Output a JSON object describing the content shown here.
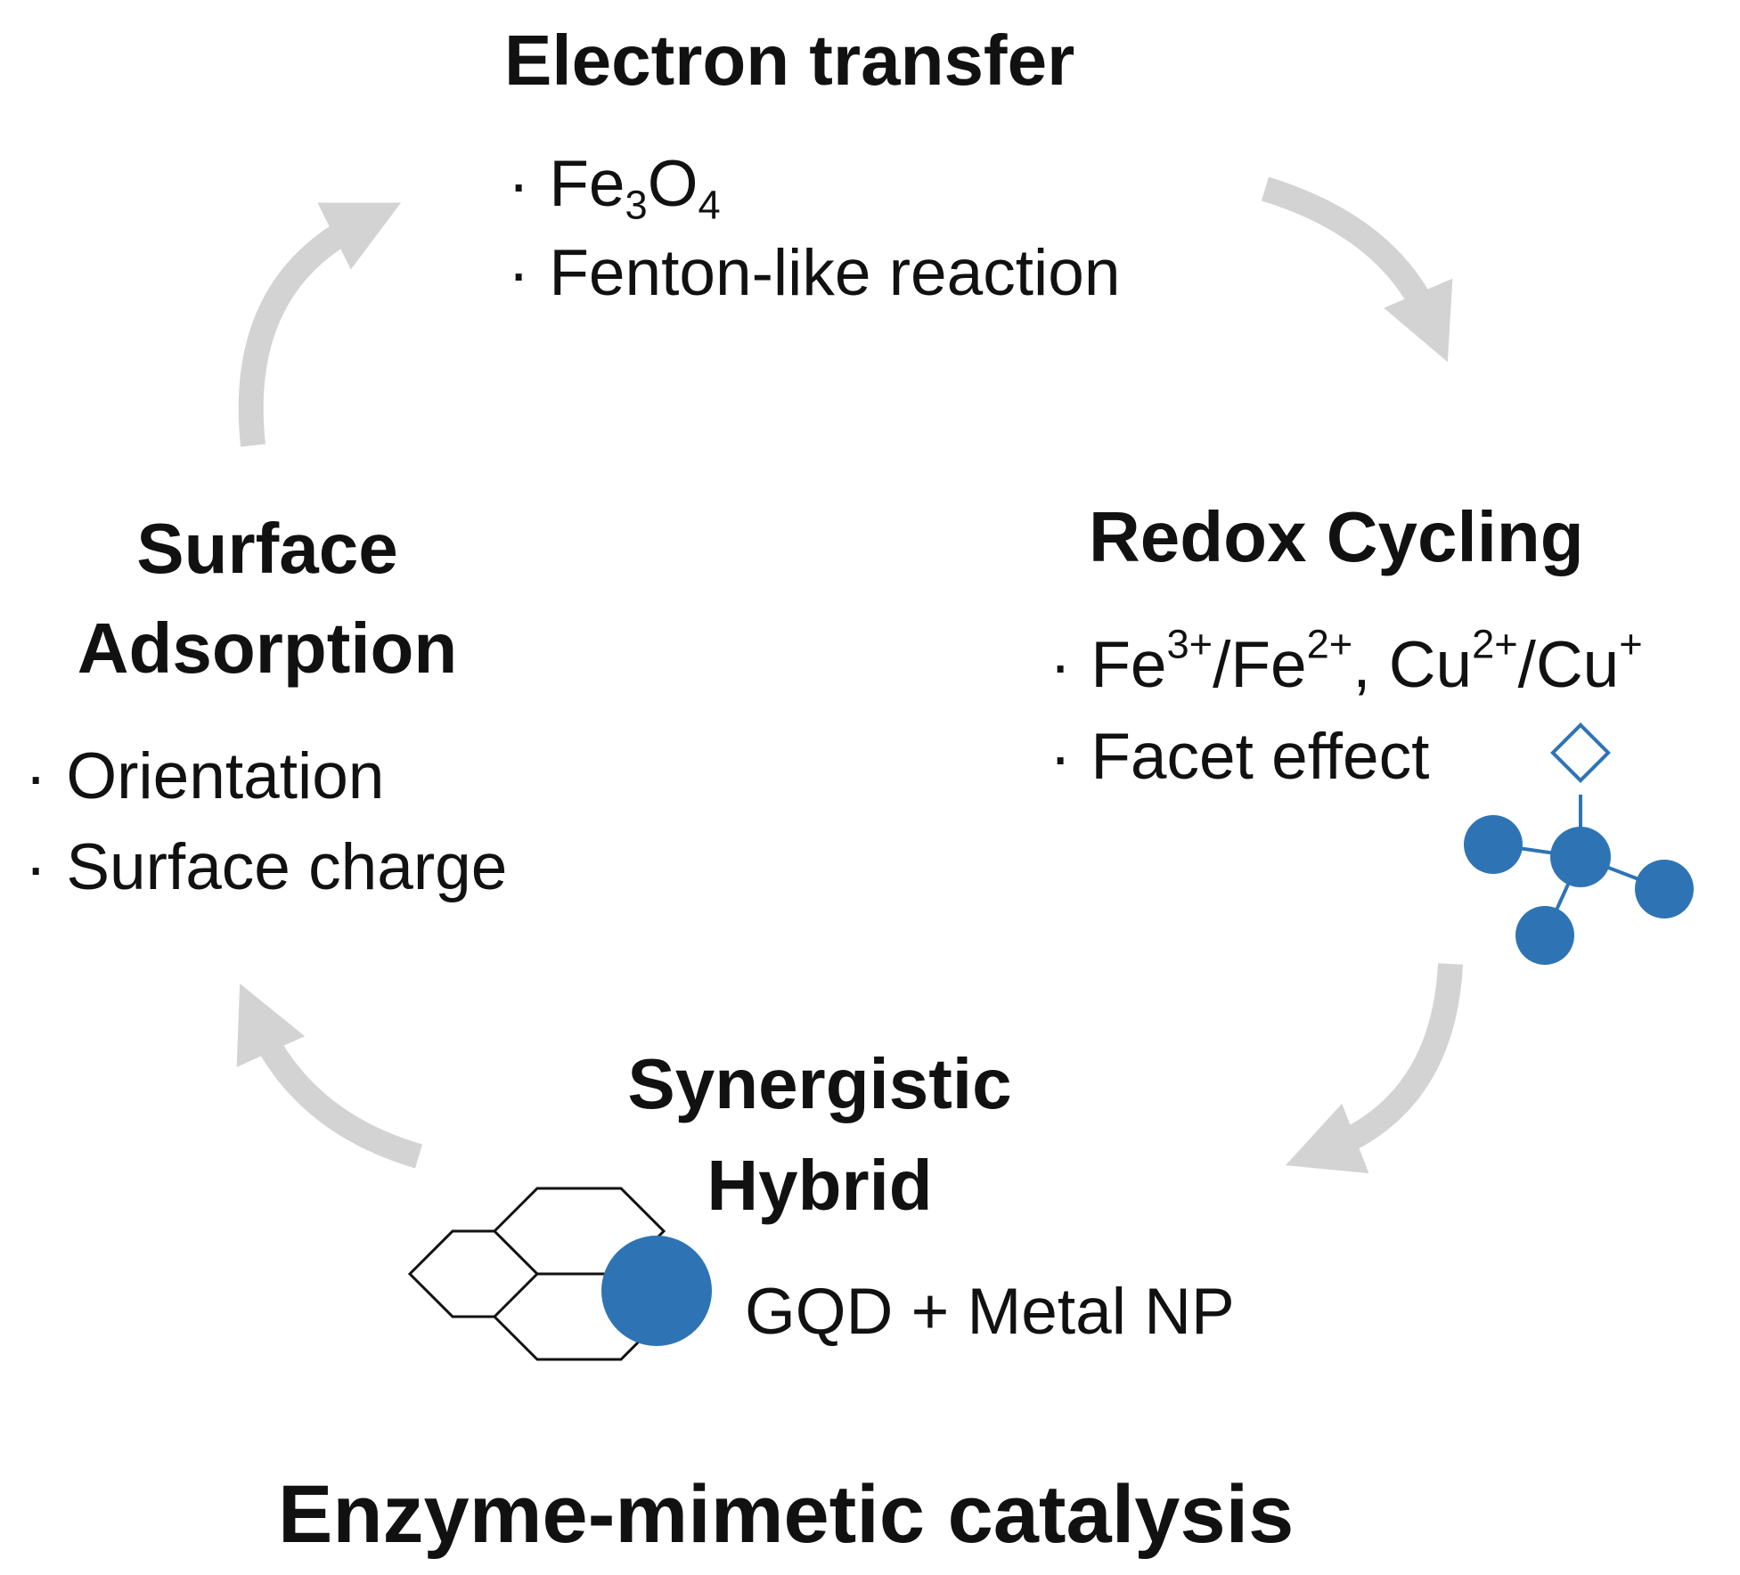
{
  "electron_transfer": {
    "title": "Electron transfer",
    "items": [
      {
        "bullet": "·",
        "base": "Fe",
        "sub1": "3",
        "mid": "O",
        "sub2": "4"
      },
      {
        "bullet": "·",
        "text": "Fenton-like reaction"
      }
    ]
  },
  "redox_cycling": {
    "title": "Redox Cycling",
    "items": [
      {
        "bullet": "·",
        "p1": "Fe",
        "s1": "3+",
        "p2": "/Fe",
        "s2": "2+",
        "p3": ", Cu",
        "s3": "2+",
        "p4": "/Cu",
        "s4": "+"
      },
      {
        "bullet": "·",
        "text": "Facet effect"
      }
    ]
  },
  "synergistic_hybrid": {
    "title_line1": "Synergistic",
    "title_line2": "Hybrid",
    "label": "GQD + Metal NP"
  },
  "surface_adsorption": {
    "title_line1": "Surface",
    "title_line2": "Adsorption",
    "items": [
      {
        "bullet": "·",
        "text": "Orientation"
      },
      {
        "bullet": "·",
        "text": "Surface charge"
      }
    ]
  },
  "footer": {
    "title": "Enzyme-mimetic catalysis"
  },
  "colors": {
    "arrow": "#d3d3d3",
    "accent_blue": "#2e74b5",
    "text": "#111111",
    "hexagon_stroke": "#111111"
  },
  "icons": {
    "molecule": "molecule-icon",
    "graphene": "hexagon-cluster-icon",
    "nanoparticle": "nanoparticle-circle-icon"
  }
}
